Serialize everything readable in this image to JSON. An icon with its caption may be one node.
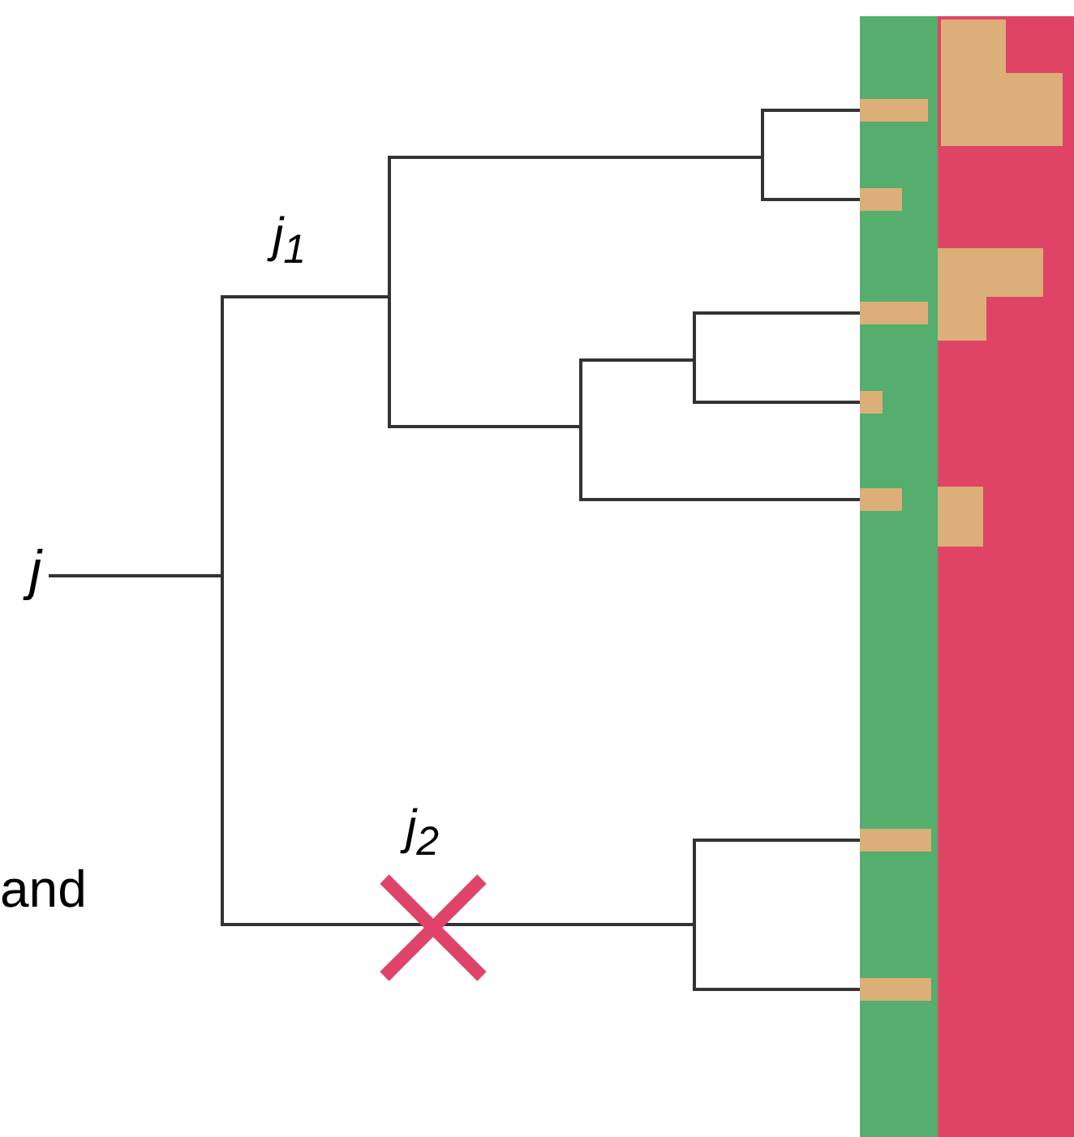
{
  "diagram": {
    "nodes": [
      {
        "text": [
          "j"
        ]
      },
      {
        "text": [],
        "shape": "point"
      },
      {
        "text": [],
        "shape": "point"
      },
      {
        "text": [],
        "shape": "point"
      },
      {
        "text": [],
        "shape": "point"
      },
      {
        "text": [],
        "shape": "point"
      },
      {
        "text": [],
        "shape": "point"
      },
      {
        "text": [],
        "shape": "bar"
      },
      {
        "text": [],
        "shape": "bar"
      },
      {
        "text": [],
        "shape": "bar"
      },
      {
        "text": [],
        "shape": "bar"
      },
      {
        "text": [],
        "shape": "bar"
      },
      {
        "text": [],
        "shape": "bar"
      },
      {
        "text": [],
        "shape": "bar"
      }
    ],
    "edges": [
      {
        "from": 0,
        "to": 1,
        "arrow": "none"
      },
      {
        "from": 1,
        "to": 2,
        "arrow": "none",
        "label": "j$_{1}$"
      },
      {
        "from": 1,
        "to": 6,
        "arrow": "none",
        "label": "j$_{2}$"
      },
      {
        "from": 2,
        "to": 3,
        "arrow": "none"
      },
      {
        "from": 2,
        "to": 4,
        "arrow": "none"
      },
      {
        "from": 3,
        "to": 7,
        "arrow": "none"
      },
      {
        "from": 3,
        "to": 8,
        "arrow": "none"
      },
      {
        "from": 4,
        "to": 5,
        "arrow": "none"
      },
      {
        "from": 4,
        "to": 11,
        "arrow": "none"
      },
      {
        "from": 5,
        "to": 9,
        "arrow": "none"
      },
      {
        "from": 5,
        "to": 10,
        "arrow": "none"
      },
      {
        "from": 6,
        "to": 12,
        "arrow": "none"
      },
      {
        "from": 6,
        "to": 13,
        "arrow": "none"
      }
    ],
    "labels": [
      "and"
    ]
  }
}
